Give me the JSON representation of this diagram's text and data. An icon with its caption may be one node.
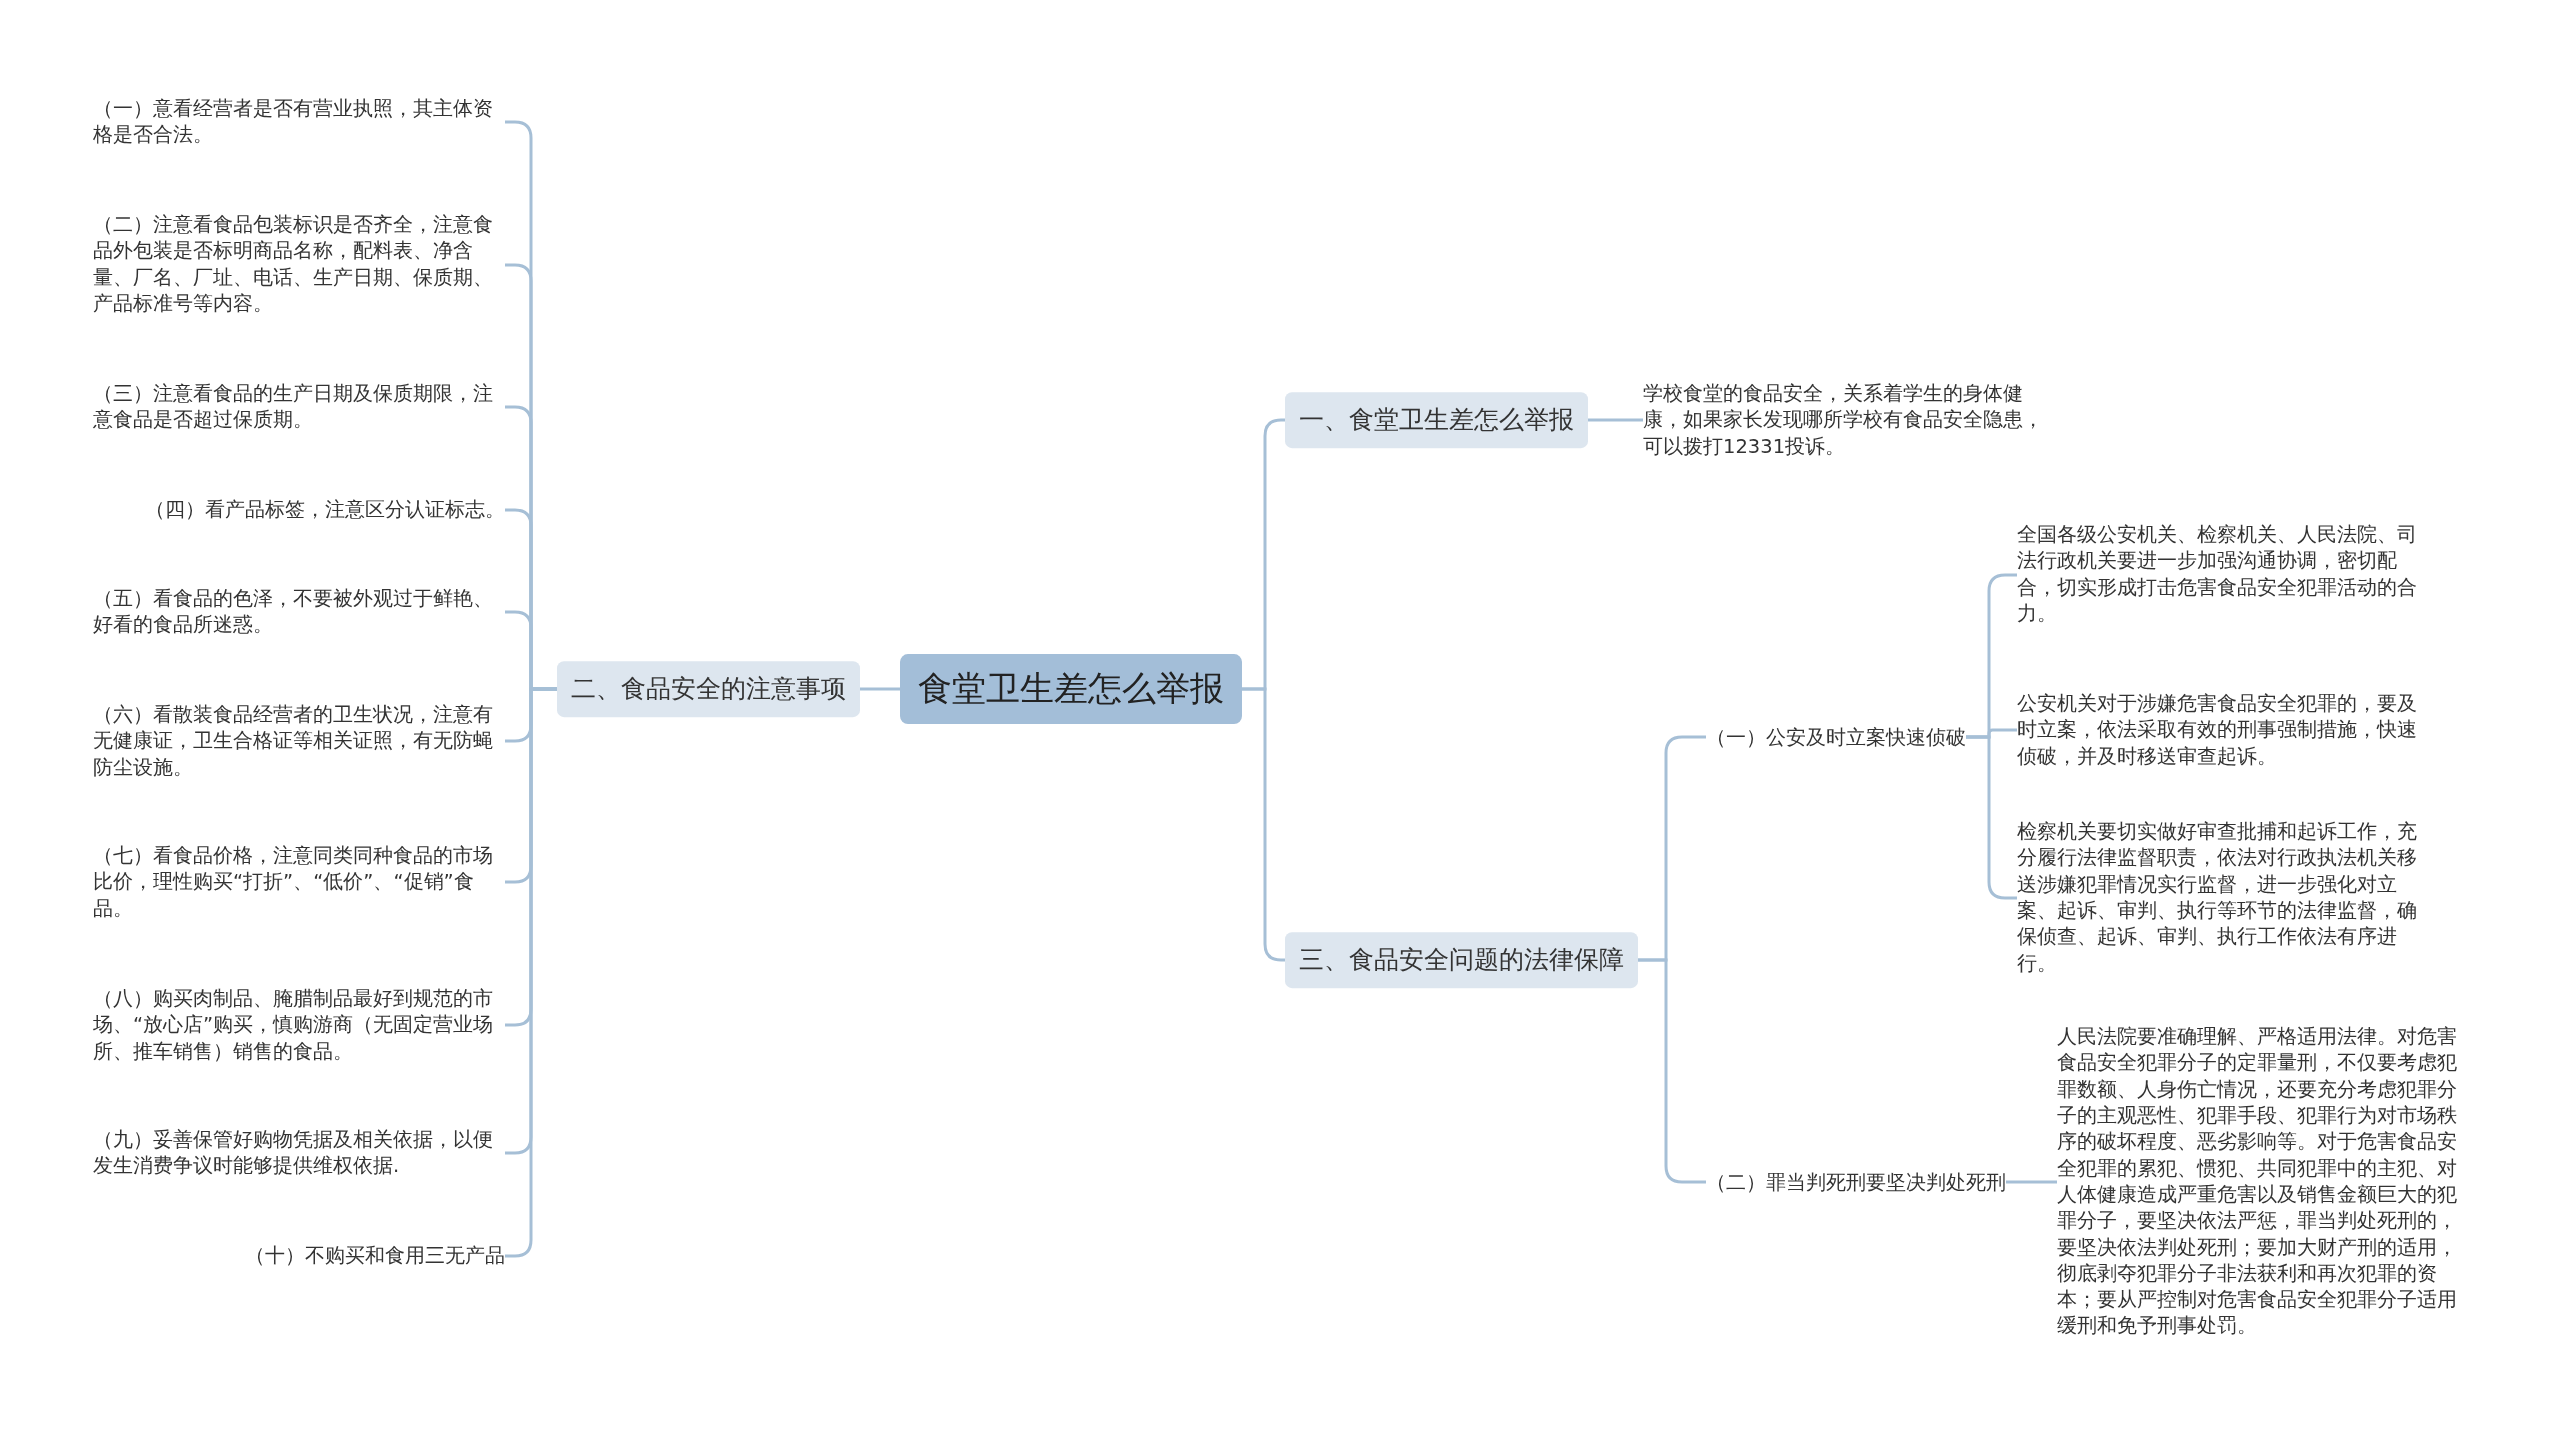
{
  "diagram": {
    "nodes": [
      {
        "text": [
          "食堂卫生差怎么举报"
        ]
      },
      {
        "text": [
          "一、食堂卫生差怎么举报"
        ]
      },
      {
        "text": [
          "学校食堂的食品安全，关系着学生的身体健康，如果家长发现哪所学校有食品安全隐患，可以拨打12331投诉。"
        ]
      },
      {
        "text": [
          "二、食品安全的注意事项"
        ]
      },
      {
        "text": [
          "（一）意看经营者是否有营业执照，其主体资格是否合法。"
        ]
      },
      {
        "text": [
          "（二）注意看食品包装标识是否齐全，注意食品外包装是否标明商品名称，配料表、净含量、厂名、厂址、电话、生产日期、保质期、产品标准号等内容。"
        ]
      },
      {
        "text": [
          "（三）注意看食品的生产日期及保质期限，注意食品是否超过保质期。"
        ]
      },
      {
        "text": [
          "（四）看产品标签，注意区分认证标志。"
        ]
      },
      {
        "text": [
          "（五）看食品的色泽，不要被外观过于鲜艳、好看的食品所迷惑。"
        ]
      },
      {
        "text": [
          "（六）看散装食品经营者的卫生状况，注意有无健康证，卫生合格证等相关证照，有无防蝇防尘设施。"
        ]
      },
      {
        "text": [
          "（七）看食品价格，注意同类同种食品的市场比价，理性购买“打折”、“低价”、“促销”食品。"
        ]
      },
      {
        "text": [
          "（八）购买肉制品、腌腊制品最好到规范的市场、“放心店”购买，慎购游商（无固定营业场所、推车销售）销售的食品。"
        ]
      },
      {
        "text": [
          "（九）妥善保管好购物凭据及相关依据，以便发生消费争议时能够提供维权依据."
        ]
      },
      {
        "text": [
          "（十）不购买和食用三无产品"
        ]
      },
      {
        "text": [
          "三、食品安全问题的法律保障"
        ]
      },
      {
        "text": [
          "（一）公安及时立案快速侦破"
        ]
      },
      {
        "text": [
          "全国各级公安机关、检察机关、人民法院、司法行政机关要进一步加强沟通协调，密切配合，切实形成打击危害食品安全犯罪活动的合力。"
        ]
      },
      {
        "text": [
          "公安机关对于涉嫌危害食品安全犯罪的，要及时立案，依法采取有效的刑事强制措施，快速侦破，并及时移送审查起诉。"
        ]
      },
      {
        "text": [
          "检察机关要切实做好审查批捕和起诉工作，充分履行法律监督职责，依法对行政执法机关移送涉嫌犯罪情况实行监督，进一步强化对立案、起诉、审判、执行等环节的法律监督，确保侦查、起诉、审判、执行工作依法有序进行。"
        ]
      },
      {
        "text": [
          "（二）罪当判死刑要坚决判处死刑"
        ]
      },
      {
        "text": [
          "人民法院要准确理解、严格适用法律。对危害食品安全犯罪分子的定罪量刑，不仅要考虑犯罪数额、人身伤亡情况，还要充分考虑犯罪分子的主观恶性、犯罪手段、犯罪行为对市场秩序的破坏程度、恶劣影响等。对于危害食品安全犯罪的累犯、惯犯、共同犯罪中的主犯、对人体健康造成严重危害以及销售金额巨大的犯罪分子，要坚决依法严惩，罪当判处死刑的，要坚决依法判处死刑；要加大财产刑的适用，彻底剥夺犯罪分子非法获利和再次犯罪的资本；要从严控制对危害食品安全犯罪分子适用缓刑和免予刑事处罚。"
        ]
      }
    ],
    "edges": [
      {
        "from": 0,
        "to": 1,
        "arrow": "none"
      },
      {
        "from": 1,
        "to": 2,
        "arrow": "none"
      },
      {
        "from": 0,
        "to": 3,
        "arrow": "none"
      },
      {
        "from": 3,
        "to": 4,
        "arrow": "none"
      },
      {
        "from": 3,
        "to": 5,
        "arrow": "none"
      },
      {
        "from": 3,
        "to": 6,
        "arrow": "none"
      },
      {
        "from": 3,
        "to": 7,
        "arrow": "none"
      },
      {
        "from": 3,
        "to": 8,
        "arrow": "none"
      },
      {
        "from": 3,
        "to": 9,
        "arrow": "none"
      },
      {
        "from": 3,
        "to": 10,
        "arrow": "none"
      },
      {
        "from": 3,
        "to": 11,
        "arrow": "none"
      },
      {
        "from": 3,
        "to": 12,
        "arrow": "none"
      },
      {
        "from": 3,
        "to": 13,
        "arrow": "none"
      },
      {
        "from": 0,
        "to": 14,
        "arrow": "none"
      },
      {
        "from": 14,
        "to": 15,
        "arrow": "none"
      },
      {
        "from": 15,
        "to": 16,
        "arrow": "none"
      },
      {
        "from": 15,
        "to": 17,
        "arrow": "none"
      },
      {
        "from": 15,
        "to": 18,
        "arrow": "none"
      },
      {
        "from": 14,
        "to": 19,
        "arrow": "none"
      },
      {
        "from": 19,
        "to": 20,
        "arrow": "none"
      }
    ]
  }
}
